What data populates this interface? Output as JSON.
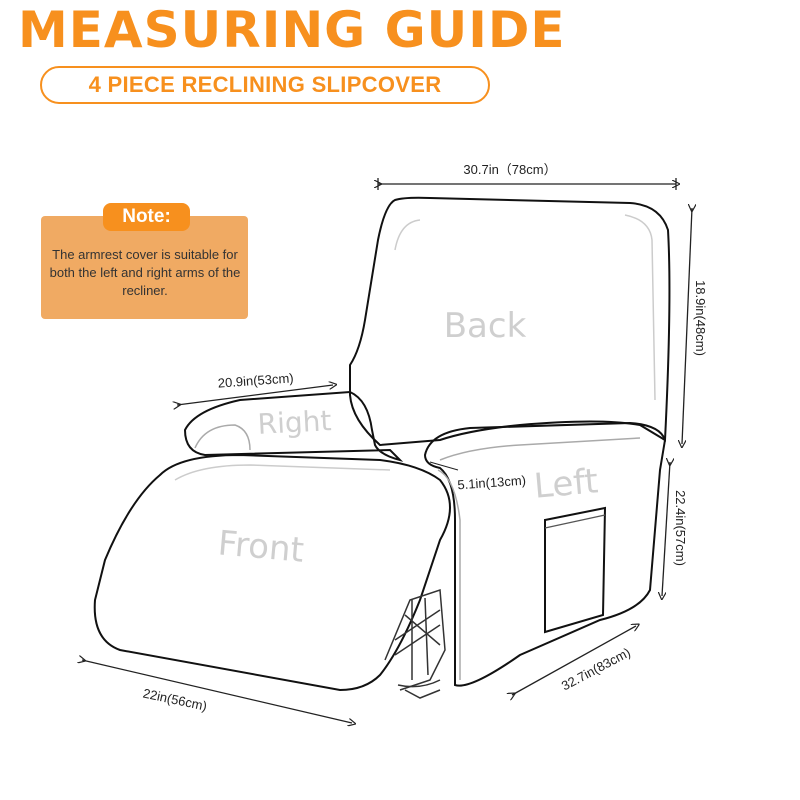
{
  "header": {
    "title": "MEASURING GUIDE",
    "subtitle": "4 PIECE RECLINING SLIPCOVER"
  },
  "note": {
    "label": "Note:",
    "text": "The armrest cover is suitable for both the left and right arms of the recliner."
  },
  "parts": {
    "back": "Back",
    "right": "Right",
    "left": "Left",
    "front": "Front"
  },
  "dimensions": {
    "back_width": "30.7in（78cm）",
    "back_height": "18.9in(48cm)",
    "arm_length": "20.9in(53cm)",
    "arm_width": "5.1in(13cm)",
    "side_height": "22.4in(57cm)",
    "side_depth": "32.7in(83cm)",
    "front_width": "22in(56cm)"
  },
  "colors": {
    "accent": "#f7901e",
    "note_bg": "#f0aa63",
    "outline": "#111111",
    "part_label": "#cfcfcf"
  }
}
